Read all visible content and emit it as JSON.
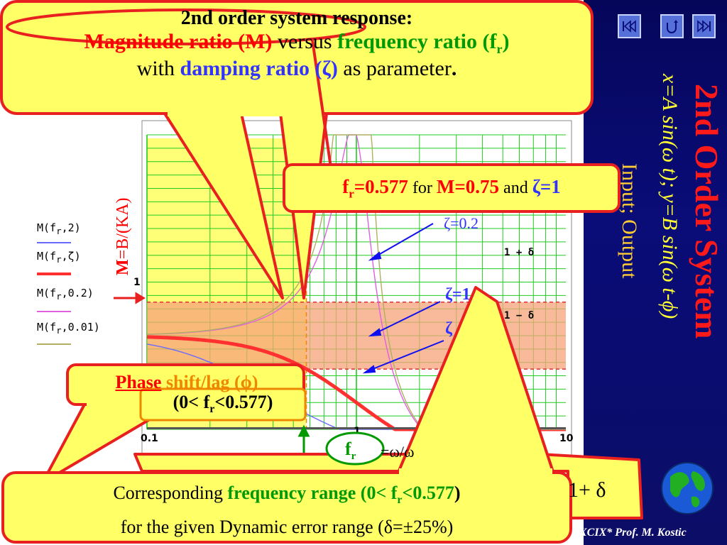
{
  "slide": {
    "title": "2nd Order System",
    "equation": "x=A sin(ω t); y=B sin(ω t-ϕ)",
    "io_label": "Input; Output",
    "footer": "XCIX* Prof. M. Kostic"
  },
  "nav": {
    "buttons": [
      "first-icon",
      "return-icon",
      "last-icon"
    ]
  },
  "callouts": {
    "top": {
      "line1": "2nd order system response:",
      "magnitude": "Magnitude ratio (M)",
      "versus": " versus ",
      "frequency": "frequency ratio (f",
      "frequency_sub": "r",
      "frequency_end": ")",
      "with": "with ",
      "damping": "damping ratio (ζ)",
      "param": " as parameter",
      "dot": "."
    },
    "fr": {
      "fr_main": "f",
      "fr_sub": "r",
      "fr_val": "=0.577",
      "for": " for ",
      "m_val": "M=0.75",
      "and": " and ",
      "zeta": "ζ=1"
    },
    "phase": {
      "phase": "Phase",
      "shift": " shift/lag ",
      "phi": "(ϕ)"
    },
    "range_small": {
      "open": "(0< f",
      "sub": "r",
      "close": "<0.577)"
    },
    "bottom": {
      "corr": "Corresponding ",
      "freq_range": "frequency range",
      "open": " (0< f",
      "sub": "r",
      "close": "<0.577",
      "paren": ")",
      "line2": "for the given Dynamic error range (δ=±25%)"
    },
    "delta_plus": "1+ δ"
  },
  "chart_labels": {
    "ylabel_m": "M",
    "ylabel_rest": "=B/(KA)",
    "zeta_02": "ζ=0.2",
    "zeta_1": "ζ=1",
    "zeta_partial": "ζ",
    "one_plus_delta": "1 + δ",
    "one_minus_delta": "1 − δ",
    "y_tick_1": "1",
    "x_ticks": [
      "0.1",
      "1",
      "10"
    ],
    "fr_bubble": "f",
    "fr_bubble_sub": "r",
    "omega_partial": "=ω/ω"
  },
  "legend": [
    {
      "label": "M(f",
      "sub": "r",
      "param": ",2)",
      "color": "#6a6aff"
    },
    {
      "label": "M(f",
      "sub": "r",
      "param": ",ζ)",
      "color": "#ff3030"
    },
    {
      "label": "M(f",
      "sub": "r",
      "param": ",0.2)",
      "color": "#e060e0"
    },
    {
      "label": "M(f",
      "sub": "r",
      "param": ",0.01)",
      "color": "#b0b060"
    }
  ],
  "chart_data": {
    "type": "line",
    "xlabel": "",
    "ylabel": "M=B/(KA)",
    "xscale": "log",
    "x_ticks": [
      0.1,
      1,
      10
    ],
    "xlim": [
      0.1,
      10
    ],
    "ylim": [
      0.3,
      2.5
    ],
    "series": [
      {
        "name": "M(fr,2)",
        "zeta": 2,
        "color": "#6a6aff"
      },
      {
        "name": "M(fr,ζ)",
        "zeta": 1,
        "color": "#ff3030"
      },
      {
        "name": "M(fr,0.2)",
        "zeta": 0.2,
        "color": "#e060e0"
      },
      {
        "name": "M(fr,0.01)",
        "zeta": 0.01,
        "color": "#b0b060"
      }
    ],
    "band": {
      "low": 0.75,
      "high": 1.25
    },
    "marker_fr": 0.577,
    "colors": {
      "grid": "#1fcc1f",
      "band": "#f7a37a",
      "highlight": "#ffff77"
    }
  }
}
